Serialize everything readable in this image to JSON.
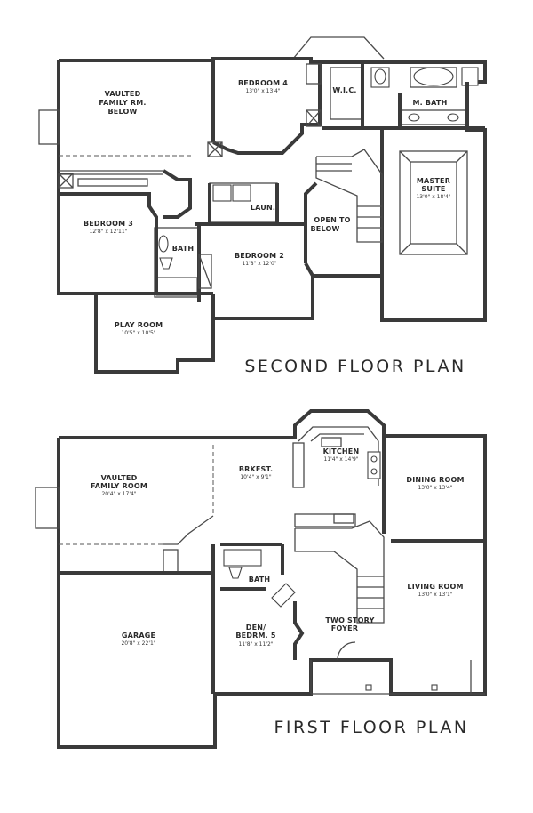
{
  "second_floor": {
    "title": "SECOND FLOOR PLAN",
    "rooms": {
      "vaulted_family_below": {
        "line1": "VAULTED",
        "line2": "FAMILY RM.",
        "line3": "BELOW"
      },
      "bedroom4": {
        "name": "BEDROOM 4",
        "dim": "13'0\" x 13'4\""
      },
      "wic": {
        "name": "W.I.C."
      },
      "mbath": {
        "name": "M. BATH"
      },
      "master": {
        "line1": "MASTER",
        "line2": "SUITE",
        "dim": "13'0\" x 18'4\""
      },
      "bedroom3": {
        "name": "BEDROOM 3",
        "dim": "12'8\" x 12'11\""
      },
      "laun": {
        "name": "LAUN."
      },
      "bath": {
        "name": "BATH"
      },
      "open_to_below": {
        "line1": "OPEN TO",
        "line2": "BELOW"
      },
      "bedroom2": {
        "name": "BEDROOM 2",
        "dim": "11'8\" x 12'0\""
      },
      "playroom": {
        "name": "PLAY ROOM",
        "dim": "10'5\" x 10'5\""
      }
    }
  },
  "first_floor": {
    "title": "FIRST FLOOR PLAN",
    "rooms": {
      "vaulted_family": {
        "line1": "VAULTED",
        "line2": "FAMILY ROOM",
        "dim": "20'4\" x 17'4\""
      },
      "brkfst": {
        "name": "BRKFST.",
        "dim": "10'4\" x 9'1\""
      },
      "kitchen": {
        "name": "KITCHEN",
        "dim": "11'4\" x 14'9\""
      },
      "dining": {
        "name": "DINING ROOM",
        "dim": "13'0\" x 13'4\""
      },
      "living": {
        "name": "LIVING ROOM",
        "dim": "13'0\" x 13'1\""
      },
      "bath": {
        "name": "BATH"
      },
      "garage": {
        "name": "GARAGE",
        "dim": "20'8\" x 22'1\""
      },
      "den": {
        "line1": "DEN/",
        "line2": "BEDRM. 5",
        "dim": "11'8\" x 11'2\""
      },
      "foyer": {
        "line1": "TWO STORY",
        "line2": "FOYER"
      }
    }
  }
}
